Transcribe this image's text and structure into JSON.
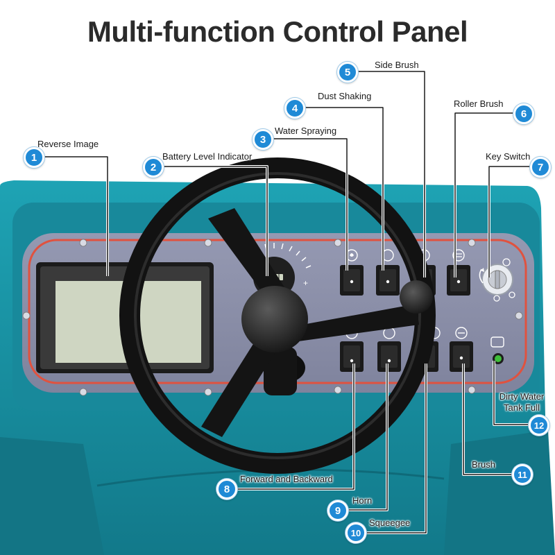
{
  "title": "Multi-function Control Panel",
  "callouts": [
    {
      "number": "1",
      "label": "Reverse Image"
    },
    {
      "number": "2",
      "label": "Battery Level Indicator"
    },
    {
      "number": "3",
      "label": "Water Spraying"
    },
    {
      "number": "4",
      "label": "Dust Shaking"
    },
    {
      "number": "5",
      "label": "Side Brush"
    },
    {
      "number": "6",
      "label": "Roller Brush"
    },
    {
      "number": "7",
      "label": "Key Switch"
    },
    {
      "number": "8",
      "label": "Forward and Backward"
    },
    {
      "number": "9",
      "label": "Horn"
    },
    {
      "number": "10",
      "label": "Squeegee"
    },
    {
      "number": "11",
      "label": "Brush"
    },
    {
      "number": "12",
      "label_line1": "Dirty Water",
      "label_line2": "Tank Full"
    }
  ],
  "colors": {
    "body_teal": "#1793a6",
    "panel_gray": "#8a8ea8",
    "outline_red": "#e0523f",
    "badge_blue": "#1f8ad6",
    "indicator_green": "#3fbf3a"
  },
  "icons": {
    "switches_top": [
      "water-spray-icon",
      "dust-shaking-icon",
      "side-brush-icon",
      "roller-brush-icon"
    ],
    "switches_bottom": [
      "forward-backward-icon",
      "horn-icon",
      "squeegee-icon",
      "brush-icon"
    ],
    "indicator": "dirty-water-tank-icon",
    "battery_scale_symbol": "+"
  }
}
